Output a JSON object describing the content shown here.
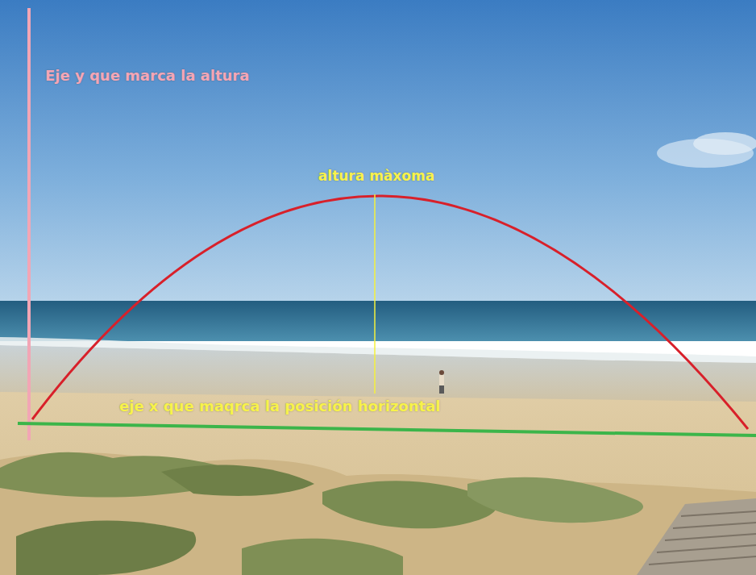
{
  "diagram": {
    "labels": [
      "Eje y que marca la altura",
      "altura màxoma",
      "eje x que maqrca la posición horizontal"
    ]
  }
}
